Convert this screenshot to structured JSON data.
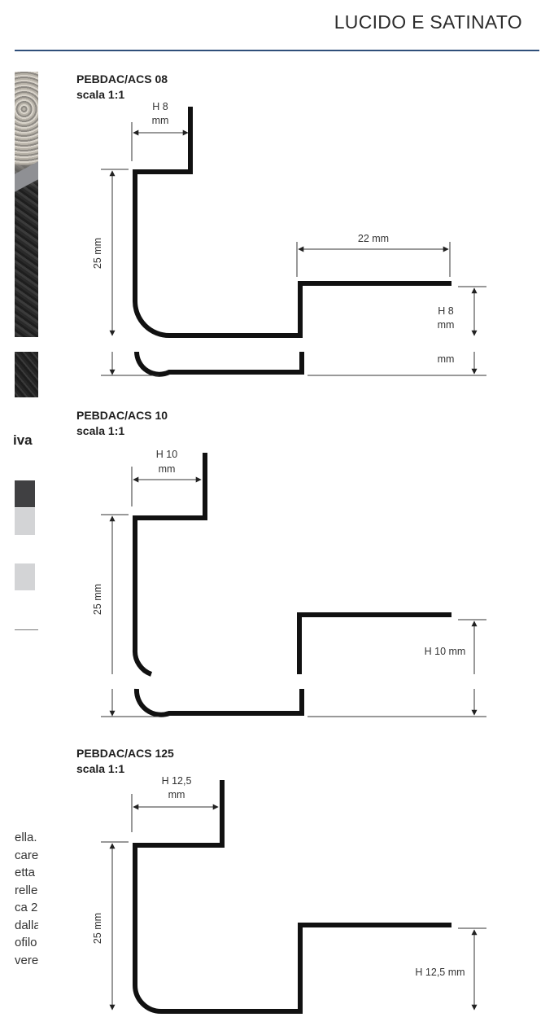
{
  "header": {
    "title": "LUCIDO E SATINATO"
  },
  "left_fragments": {
    "heading": "iva",
    "paragraph": [
      "ella.",
      "care",
      "etta",
      "relle",
      "ca 2",
      "dalla",
      "ofilo",
      "vere"
    ]
  },
  "profiles": [
    {
      "code": "PEBDAC/ACS 08",
      "scale": "scala 1:1",
      "top_dim": [
        "H 8",
        "mm"
      ],
      "height_dim": "25 mm",
      "width_dim": "22 mm",
      "right_dim": [
        "H 8",
        "mm"
      ],
      "bottom_dim": "mm"
    },
    {
      "code": "PEBDAC/ACS 10",
      "scale": "scala 1:1",
      "top_dim": [
        "H 10",
        "mm"
      ],
      "height_dim": "25 mm",
      "right_dim": "H 10 mm"
    },
    {
      "code": "PEBDAC/ACS 125",
      "scale": "scala 1:1",
      "top_dim": [
        "H 12,5",
        "mm"
      ],
      "height_dim": "25 mm",
      "right_dim": "H 12,5 mm"
    }
  ],
  "colors": {
    "rule": "#2f4f7a",
    "profile": "#111111",
    "dimension": "#333333"
  }
}
